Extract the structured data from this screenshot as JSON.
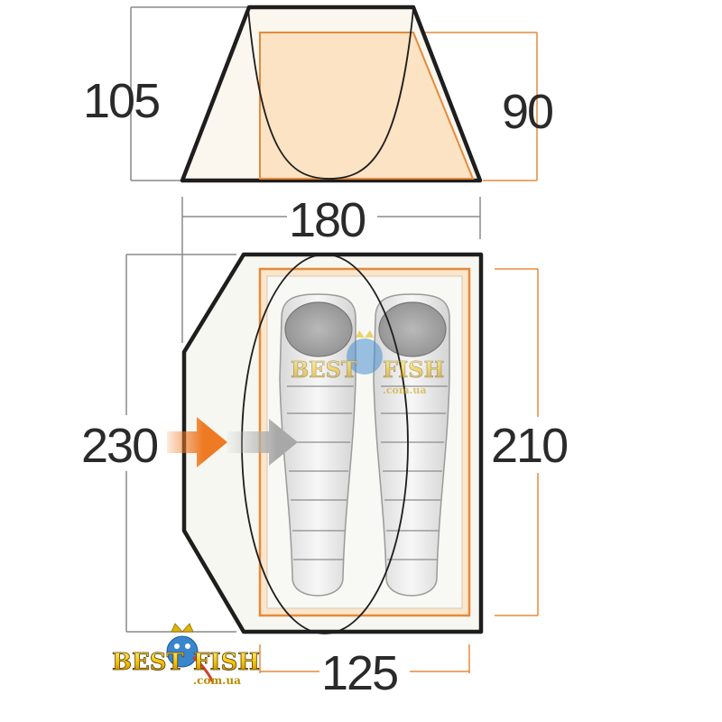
{
  "dimensions": {
    "front_height": "105",
    "inner_height": "90",
    "front_width": "180",
    "floor_length": "230",
    "inner_length": "210",
    "inner_width": "125"
  },
  "watermark": {
    "brand_left": "BEST",
    "brand_right": "FISH",
    "domain": ".com.ua"
  },
  "colors": {
    "outline": "#1e1e1e",
    "inner_tent": "#e58a3a",
    "inner_fill": "#fbe6cc",
    "floor_fill": "#f6f6f0",
    "dim_line": "#8a8a8a",
    "arrow_orange": "#ee7a24",
    "arrow_grey": "#b8b8b8",
    "sleeping_bag": "#e9e9e9"
  }
}
